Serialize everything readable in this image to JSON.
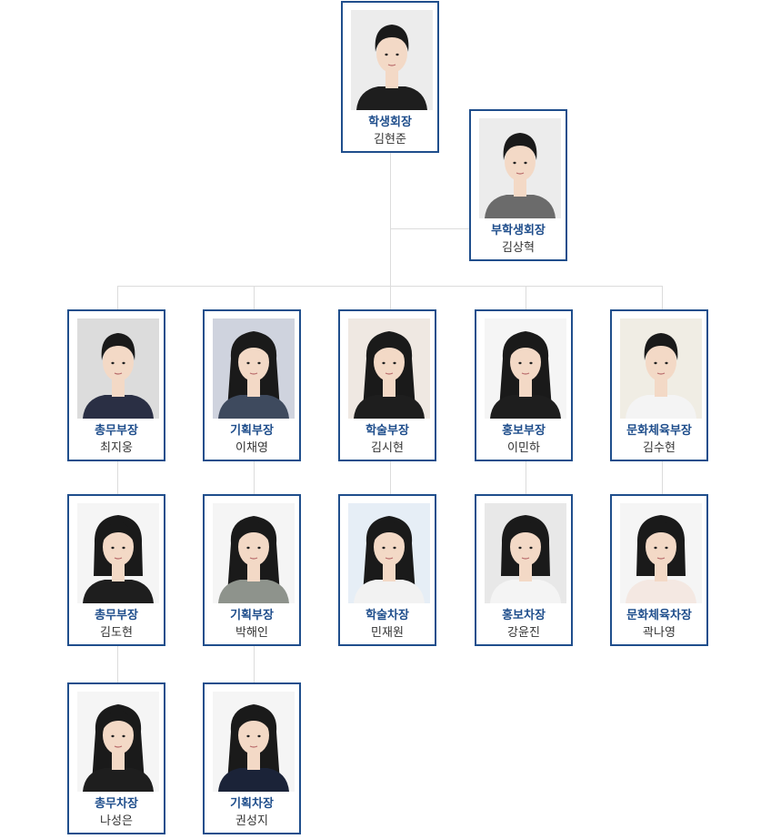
{
  "members": [
    {
      "role": "학생회장",
      "name": "김현준",
      "hair": "short",
      "bg": "#ececec",
      "shirt": "#1e1e1e"
    },
    {
      "role": "부학생회장",
      "name": "김상혁",
      "hair": "short",
      "bg": "#ececec",
      "shirt": "#6b6b6b"
    },
    {
      "role": "총무부장",
      "name": "최지웅",
      "hair": "short",
      "bg": "#dcdcdc",
      "shirt": "#2a2f44"
    },
    {
      "role": "기획부장",
      "name": "이채영",
      "hair": "long",
      "bg": "#cfd3de",
      "shirt": "#3e4a5e"
    },
    {
      "role": "학술부장",
      "name": "김시현",
      "hair": "long",
      "bg": "#efe8e2",
      "shirt": "#1e1e1e"
    },
    {
      "role": "홍보부장",
      "name": "이민하",
      "hair": "long",
      "bg": "#f5f5f5",
      "shirt": "#1e1e1e"
    },
    {
      "role": "문화체육부장",
      "name": "김수현",
      "hair": "short",
      "bg": "#f0ede4",
      "shirt": "#f4f4f4"
    },
    {
      "role": "총무부장",
      "name": "김도현",
      "hair": "bob",
      "bg": "#f5f5f5",
      "shirt": "#1e1e1e"
    },
    {
      "role": "기획부장",
      "name": "박해인",
      "hair": "long",
      "bg": "#f5f5f5",
      "shirt": "#8e938c"
    },
    {
      "role": "학술차장",
      "name": "민재원",
      "hair": "long",
      "bg": "#e6eef6",
      "shirt": "#f2f2f2"
    },
    {
      "role": "홍보차장",
      "name": "강윤진",
      "hair": "bob",
      "bg": "#e8e8e8",
      "shirt": "#f4f4f4"
    },
    {
      "role": "문화체육차장",
      "name": "곽나영",
      "hair": "bob",
      "bg": "#f5f5f5",
      "shirt": "#f4e8e2"
    },
    {
      "role": "총무차장",
      "name": "나성은",
      "hair": "long",
      "bg": "#f5f5f5",
      "shirt": "#1e1e1e"
    },
    {
      "role": "기획차장",
      "name": "권성지",
      "hair": "long",
      "bg": "#f5f5f5",
      "shirt": "#1b2338"
    }
  ]
}
